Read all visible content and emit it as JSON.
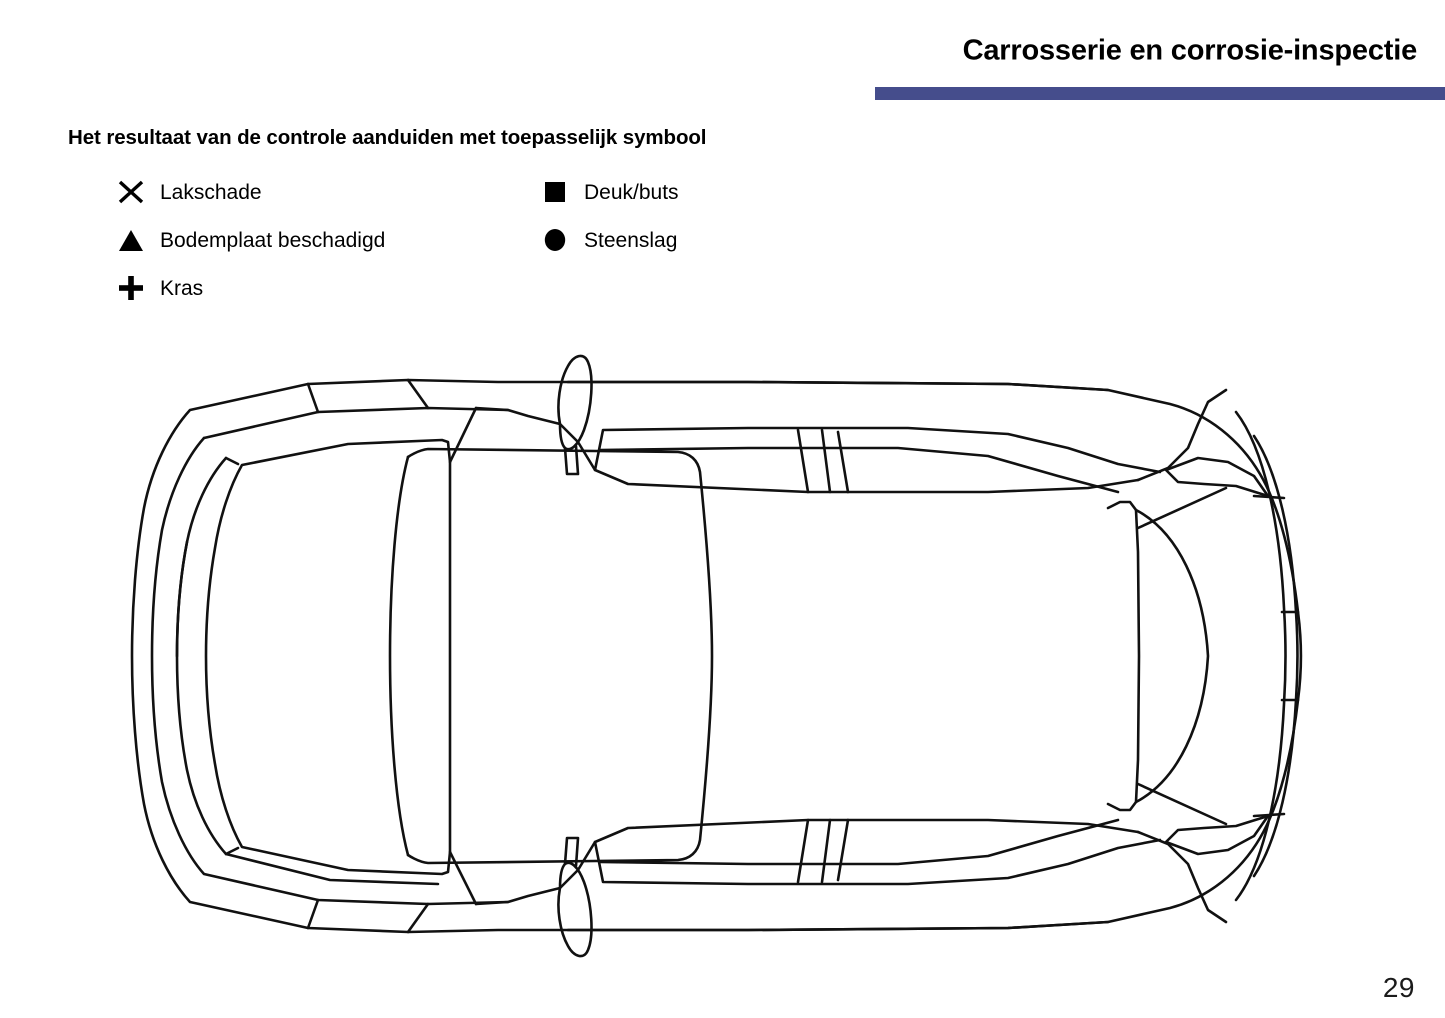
{
  "header": {
    "title": "Carrosserie en corrosie-inspectie",
    "rule_color": "#454d8c"
  },
  "legend": {
    "heading": "Het resultaat van de controle aanduiden met toepasselijk symbool",
    "left_column": [
      {
        "symbol": "cross-x-icon",
        "label": "Lakschade"
      },
      {
        "symbol": "triangle-icon",
        "label": "Bodemplaat beschadigd"
      },
      {
        "symbol": "plus-icon",
        "label": "Kras"
      }
    ],
    "right_column": [
      {
        "symbol": "square-icon",
        "label": "Deuk/buts"
      },
      {
        "symbol": "circle-icon",
        "label": "Steenslag"
      }
    ]
  },
  "diagram": {
    "name": "car-top-view-diagram",
    "description": "Top view outline drawing of a car for marking body damage",
    "stroke_color": "#111111"
  },
  "footer": {
    "page_number": "29"
  }
}
